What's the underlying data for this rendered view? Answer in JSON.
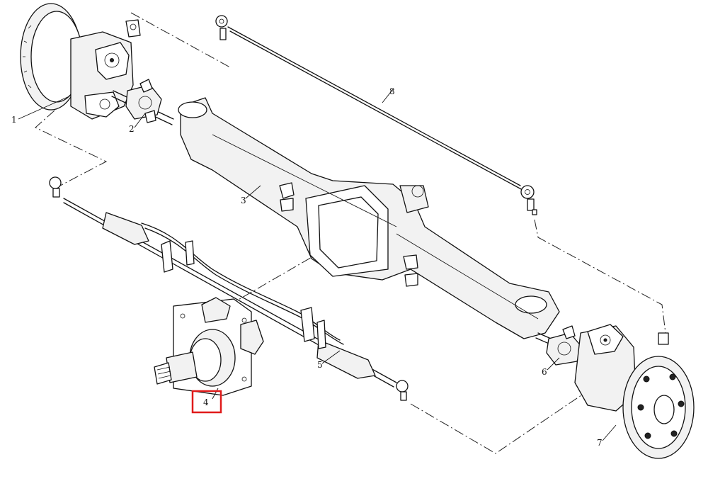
{
  "callouts": [
    {
      "id": "1",
      "label": "1"
    },
    {
      "id": "2",
      "label": "2"
    },
    {
      "id": "3",
      "label": "3"
    },
    {
      "id": "4",
      "label": "4"
    },
    {
      "id": "5",
      "label": "5"
    },
    {
      "id": "6",
      "label": "6"
    },
    {
      "id": "7",
      "label": "7"
    },
    {
      "id": "8",
      "label": "8"
    }
  ],
  "highlight": {
    "target_callout": "4",
    "color": "#e01b1b"
  }
}
